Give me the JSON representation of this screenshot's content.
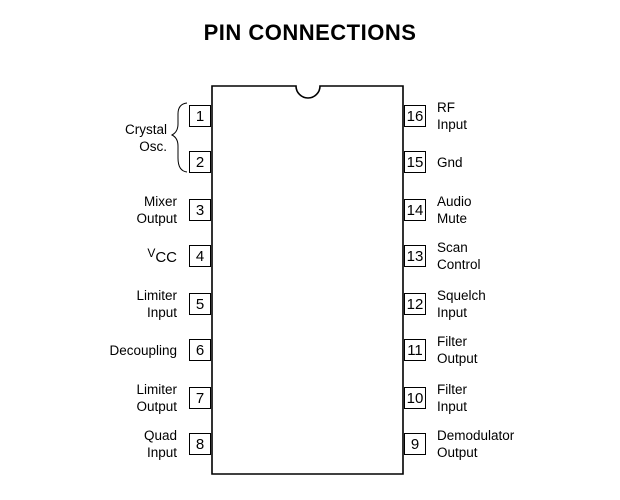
{
  "title": "PIN CONNECTIONS",
  "left_pins": [
    {
      "num": "1",
      "lines": []
    },
    {
      "num": "2",
      "lines": []
    },
    {
      "num": "3",
      "lines": [
        "Mixer",
        "Output"
      ]
    },
    {
      "num": "4",
      "lines": []
    },
    {
      "num": "5",
      "lines": [
        "Limiter",
        "Input"
      ]
    },
    {
      "num": "6",
      "lines": [
        "Decoupling"
      ]
    },
    {
      "num": "7",
      "lines": [
        "Limiter",
        "Output"
      ]
    },
    {
      "num": "8",
      "lines": [
        "Quad",
        "Input"
      ]
    }
  ],
  "crystal_label": [
    "Crystal",
    "Osc."
  ],
  "vcc_label": {
    "v": "V",
    "sub": "CC"
  },
  "right_pins": [
    {
      "num": "16",
      "lines": [
        "RF",
        "Input"
      ]
    },
    {
      "num": "15",
      "lines": [
        "Gnd"
      ]
    },
    {
      "num": "14",
      "lines": [
        "Audio",
        "Mute"
      ]
    },
    {
      "num": "13",
      "lines": [
        "Scan",
        "Control"
      ]
    },
    {
      "num": "12",
      "lines": [
        "Squelch",
        "Input"
      ]
    },
    {
      "num": "11",
      "lines": [
        "Filter",
        "Output"
      ]
    },
    {
      "num": "10",
      "lines": [
        "Filter",
        "Input"
      ]
    },
    {
      "num": "9",
      "lines": [
        "Demodulator",
        "Output"
      ]
    }
  ]
}
